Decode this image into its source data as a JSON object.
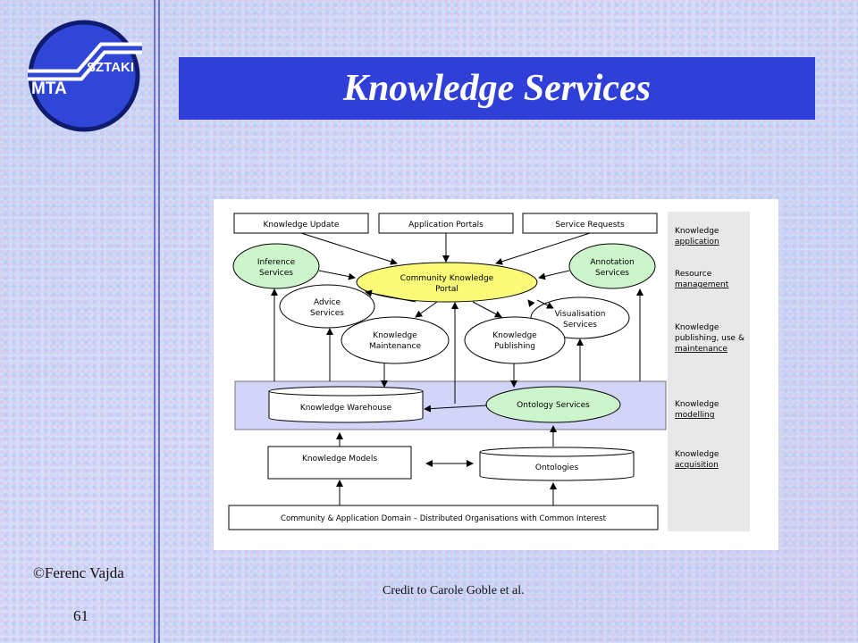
{
  "slide": {
    "title": "Knowledge Services",
    "copyright": "©Ferenc Vajda",
    "page_number": "61",
    "credit": "Credit to Carole Goble et al."
  },
  "logo": {
    "left_text": "MTA",
    "right_text": "SZTAKI"
  },
  "diagram": {
    "top_boxes": [
      "Knowledge Update",
      "Application Portals",
      "Service Requests"
    ],
    "portal": [
      "Community Knowledge",
      "Portal"
    ],
    "inference": [
      "Inference",
      "Services"
    ],
    "annotation": [
      "Annotation",
      "Services"
    ],
    "advice": [
      "Advice",
      "Services"
    ],
    "visualisation": [
      "Visualisation",
      "Services"
    ],
    "maintenance": [
      "Knowledge",
      "Maintenance"
    ],
    "publishing": [
      "Knowledge",
      "Publishing"
    ],
    "warehouse": "Knowledge Warehouse",
    "ontology_services": "Ontology Services",
    "models": "Knowledge Models",
    "ontologies": "Ontologies",
    "domain": "Community & Application Domain – Distributed Organisations with Common Interest",
    "sidebar": [
      {
        "line1": "Knowledge",
        "line2": "application",
        "line3": ""
      },
      {
        "line1": "Resource",
        "line2": "management",
        "line3": ""
      },
      {
        "line1": "Knowledge",
        "line2": "publishing, use &",
        "line3": "maintenance"
      },
      {
        "line1": "Knowledge",
        "line2": "modelling",
        "line3": ""
      },
      {
        "line1": "Knowledge",
        "line2": "acquisition",
        "line3": ""
      }
    ]
  },
  "colors": {
    "title_bar": "#2f3fd8",
    "ellipse_green": "#ccf5cc",
    "ellipse_yellow": "#fafa78",
    "band": "#d2d4f8"
  }
}
